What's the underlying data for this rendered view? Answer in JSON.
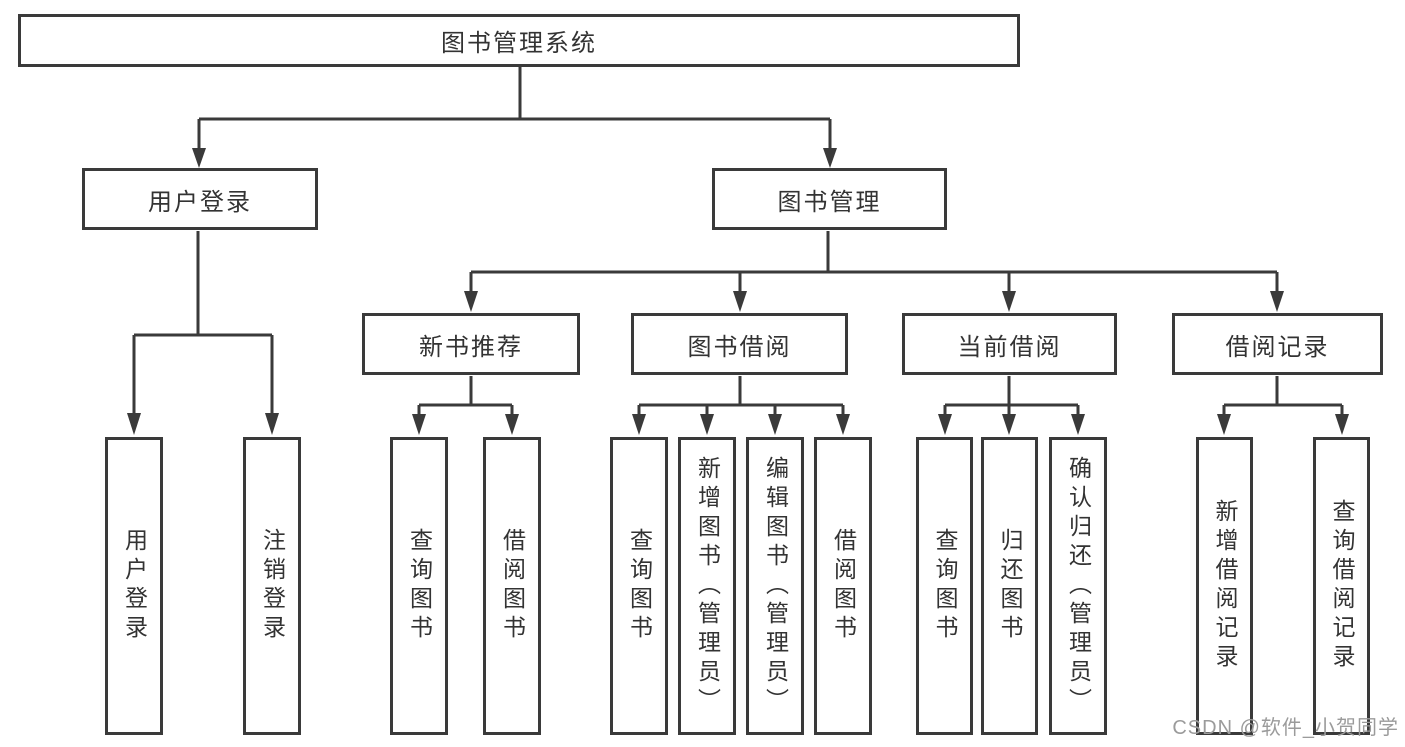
{
  "tree": {
    "root": "图书管理系统",
    "branches": [
      {
        "label": "用户登录",
        "children": [
          "用户登录",
          "注销登录"
        ]
      },
      {
        "label": "图书管理",
        "children": [
          {
            "label": "新书推荐",
            "children": [
              "查询图书",
              "借阅图书"
            ]
          },
          {
            "label": "图书借阅",
            "children": [
              "查询图书",
              "新增图书（管理员）",
              "编辑图书（管理员）",
              "借阅图书"
            ]
          },
          {
            "label": "当前借阅",
            "children": [
              "查询图书",
              "归还图书",
              "确认归还（管理员）"
            ]
          },
          {
            "label": "借阅记录",
            "children": [
              "新增借阅记录",
              "查询借阅记录"
            ]
          }
        ]
      }
    ]
  },
  "watermark": "CSDN @软件_小贺同学",
  "colors": {
    "line": "#3a3a3a",
    "box_border": "#3a3a3a",
    "text": "#333333",
    "watermark": "#9b9b9b",
    "background": "#ffffff"
  }
}
